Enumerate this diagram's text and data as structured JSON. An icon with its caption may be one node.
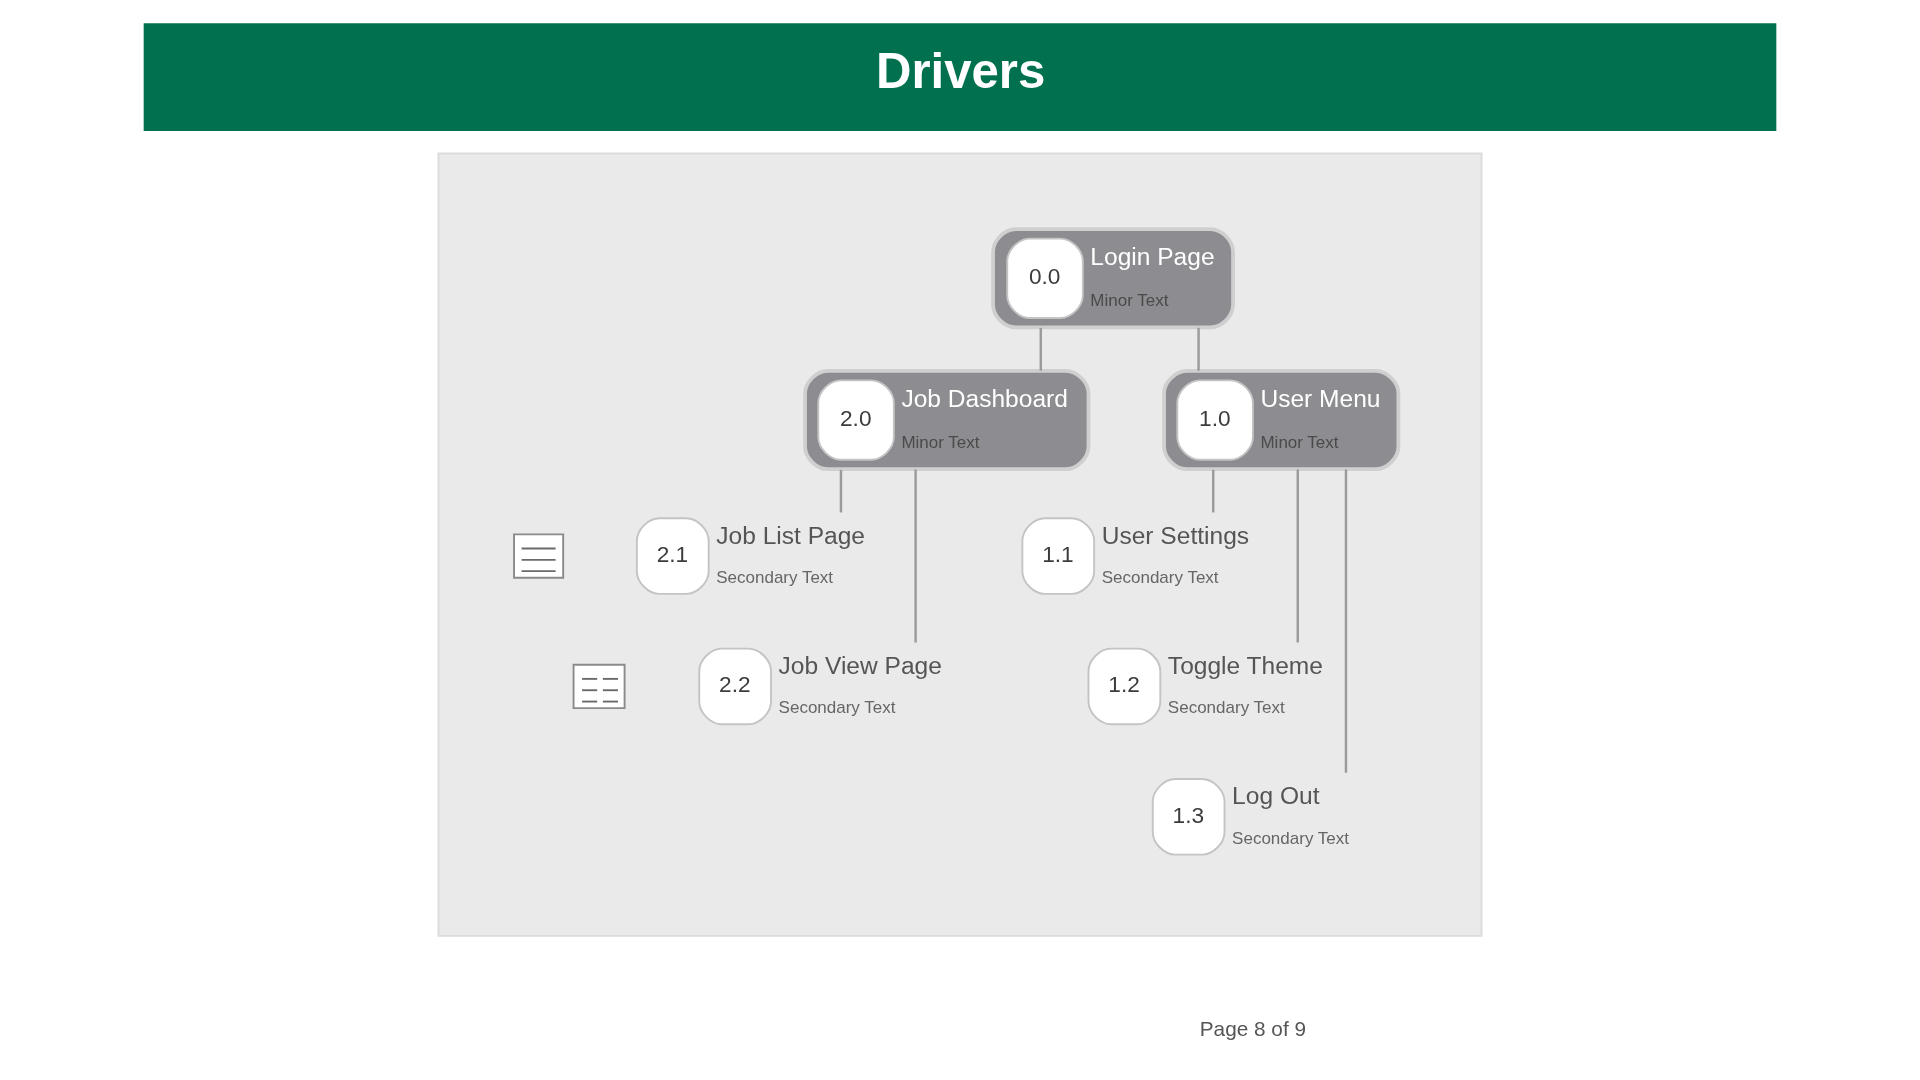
{
  "diagram": {
    "title": "Drivers",
    "nodes": [
      {
        "text": [],
        "shape": "box"
      },
      {
        "text": [
          "0.0",
          "Login Page",
          "Minor Text"
        ],
        "in": 0
      },
      {
        "text": [
          "2.0",
          "Job Dashboard",
          "Minor Text"
        ],
        "in": 0
      },
      {
        "text": [
          "1.0",
          "User Menu",
          "Minor Text"
        ],
        "in": 0
      },
      {
        "text": [],
        "shape": "picture",
        "in": 0
      },
      {
        "text": [
          "2.1"
        ],
        "beside": [
          "Job List Page",
          "Secondary Text"
        ],
        "in": 0
      },
      {
        "text": [
          "1.1"
        ],
        "beside": [
          "User Settings",
          "Secondary Text"
        ],
        "in": 0
      },
      {
        "text": [],
        "shape": "picture",
        "in": 0
      },
      {
        "text": [
          "2.2"
        ],
        "beside": [
          "Job View Page",
          "Secondary Text"
        ],
        "in": 0
      },
      {
        "text": [
          "1.2"
        ],
        "beside": [
          "Toggle Theme",
          "Secondary Text"
        ],
        "in": 0
      },
      {
        "text": [
          "1.3"
        ],
        "beside": [
          "Log Out",
          "Secondary Text"
        ],
        "in": 0
      }
    ],
    "edges": [
      {
        "from": 1,
        "to": 2,
        "arrow": "none"
      },
      {
        "from": 1,
        "to": 3,
        "arrow": "none"
      },
      {
        "from": 2,
        "to": 5,
        "arrow": "none"
      },
      {
        "from": 2,
        "to": 8,
        "arrow": "none"
      },
      {
        "from": 3,
        "to": 6,
        "arrow": "none"
      },
      {
        "from": 3,
        "to": 9,
        "arrow": "none"
      },
      {
        "from": 3,
        "to": 10,
        "arrow": "none"
      }
    ],
    "labels": [
      "Page 8 of 9"
    ]
  }
}
